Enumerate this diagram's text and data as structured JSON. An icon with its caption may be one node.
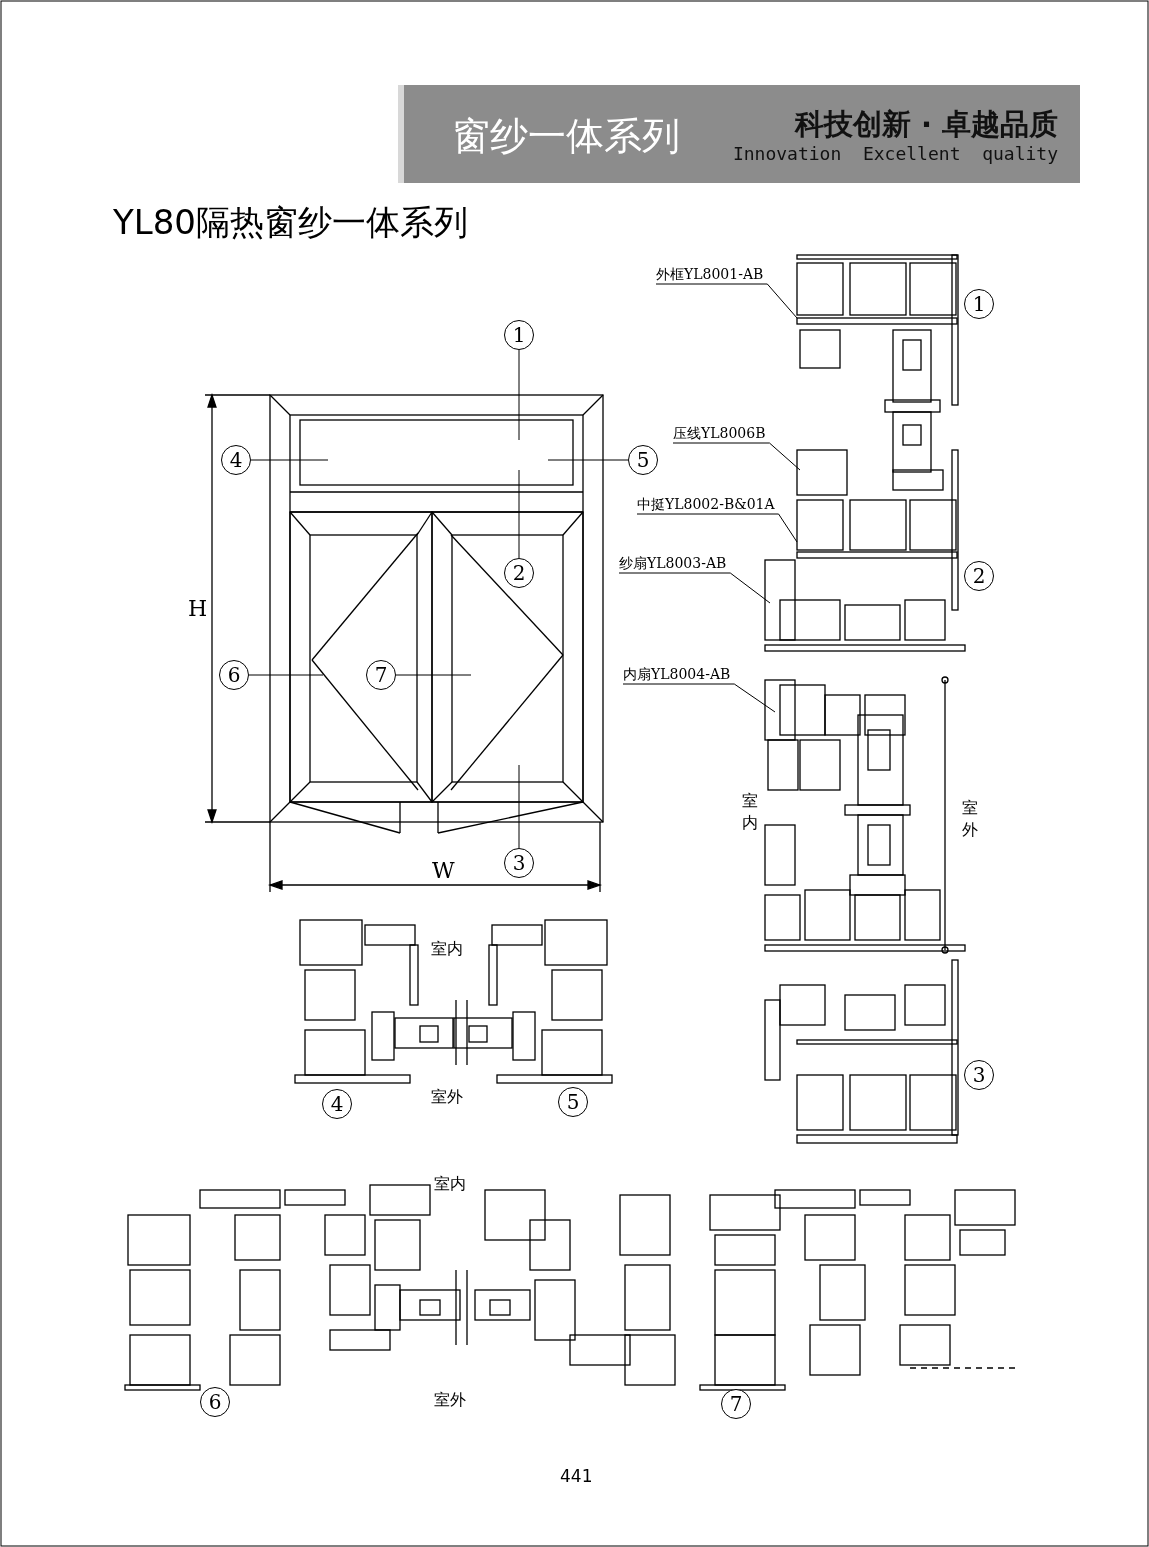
{
  "diagram": {
    "title": "YL80隔热窗纱一体系列",
    "nodes": [
      {
        "text": [
          "窗纱一体系列",
          "科技创新 · 卓越品质",
          "Innovation  Excellent  quality"
        ]
      },
      {
        "text": [
          "1"
        ]
      },
      {
        "text": [
          "4"
        ]
      },
      {
        "text": [
          "5"
        ]
      },
      {
        "text": [
          "2"
        ]
      },
      {
        "text": [
          "6"
        ]
      },
      {
        "text": [
          "7"
        ]
      },
      {
        "text": [
          "3"
        ]
      },
      {
        "text": [
          "外框YL8001-AB"
        ]
      },
      {
        "text": [
          "1"
        ]
      },
      {
        "text": [
          "压线YL8006B"
        ]
      },
      {
        "text": [
          "中挺YL8002-B&01A"
        ]
      },
      {
        "text": [
          "2"
        ]
      },
      {
        "text": [
          "纱扇YL8003-AB"
        ]
      },
      {
        "text": [
          "内扇YL8004-AB"
        ]
      },
      {
        "text": [
          "3"
        ]
      },
      {
        "text": [
          "4"
        ]
      },
      {
        "text": [
          "5"
        ]
      },
      {
        "text": [
          "6"
        ]
      },
      {
        "text": [
          "7"
        ]
      }
    ],
    "edges": [
      {
        "from": 1,
        "to": null,
        "arrow": "none"
      },
      {
        "from": 2,
        "to": null,
        "arrow": "none"
      },
      {
        "from": 3,
        "to": null,
        "arrow": "none"
      },
      {
        "from": 4,
        "to": null,
        "arrow": "none"
      },
      {
        "from": 5,
        "to": null,
        "arrow": "none"
      },
      {
        "from": 6,
        "to": null,
        "arrow": "none"
      },
      {
        "from": 7,
        "to": null,
        "arrow": "none"
      },
      {
        "from": 8,
        "to": null,
        "arrow": "none"
      },
      {
        "from": 10,
        "to": null,
        "arrow": "none"
      },
      {
        "from": 11,
        "to": null,
        "arrow": "none"
      },
      {
        "from": 13,
        "to": null,
        "arrow": "none"
      },
      {
        "from": 14,
        "to": null,
        "arrow": "none"
      }
    ],
    "labels": [
      "H",
      "室内",
      "室外",
      "W",
      "室内",
      "室外",
      "室内",
      "室外",
      "441"
    ]
  }
}
